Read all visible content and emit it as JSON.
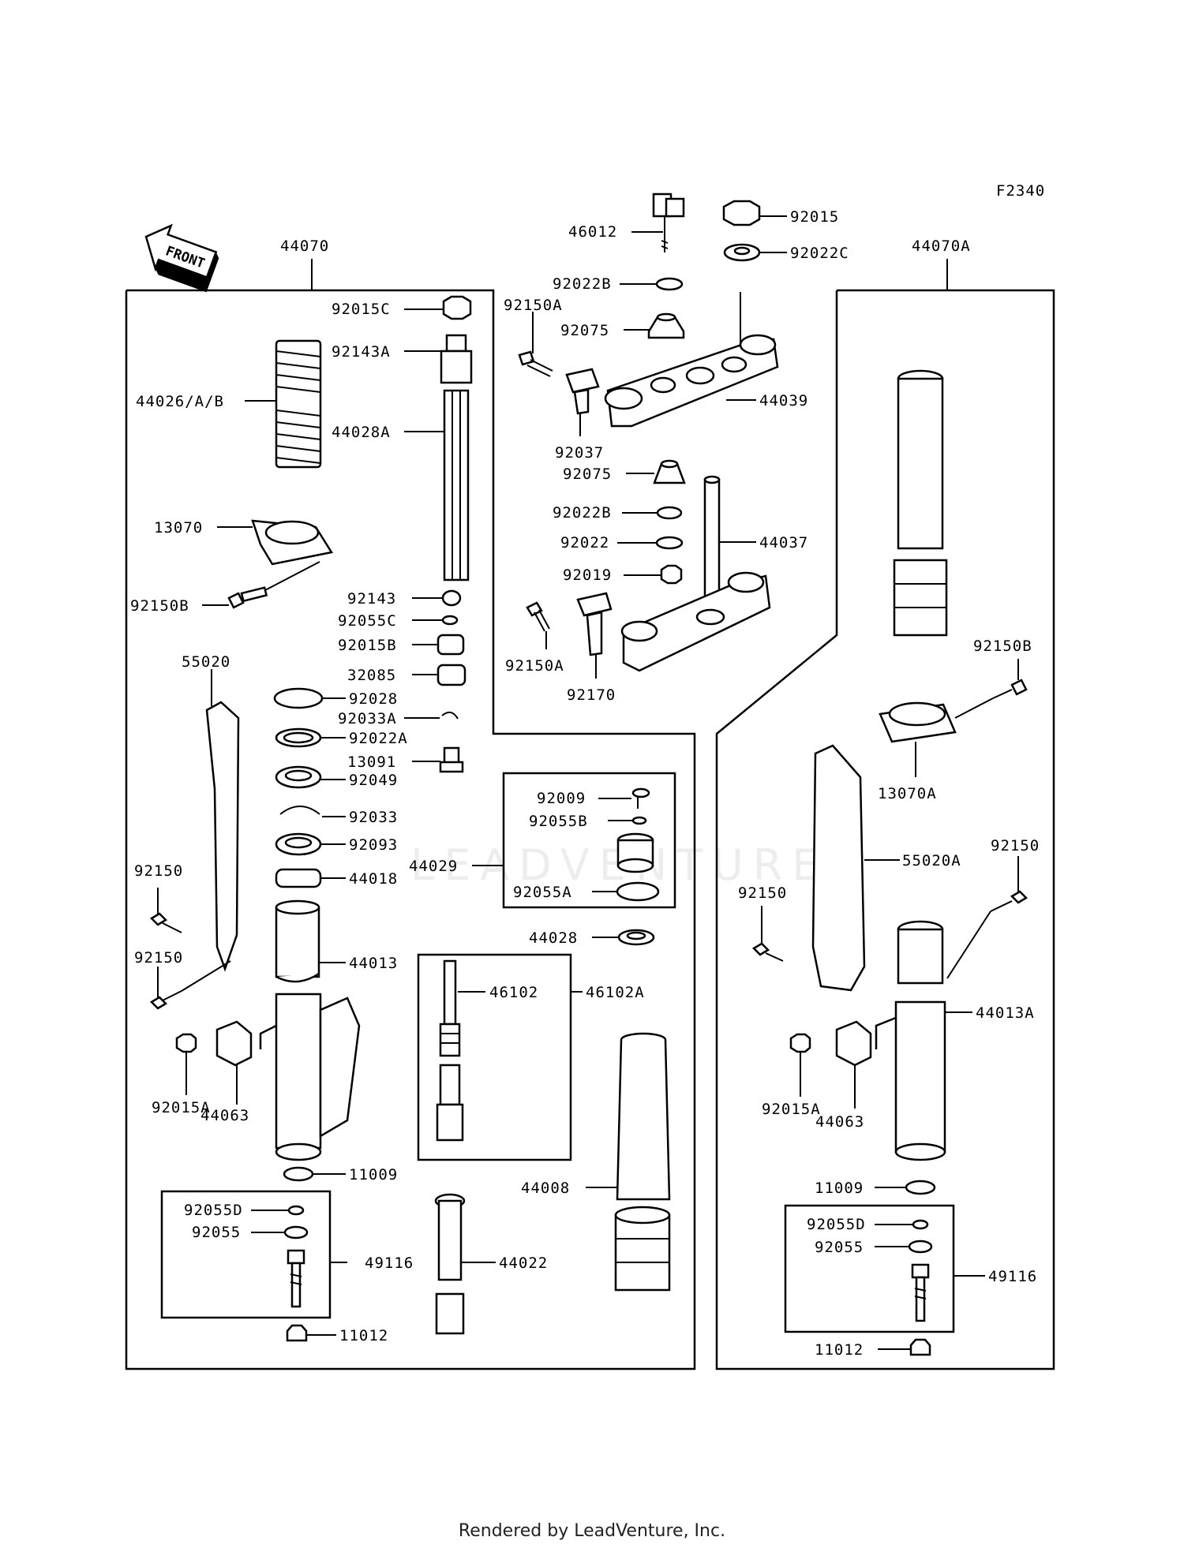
{
  "figure_code": "F2340",
  "front_label": "FRONT",
  "watermark": "LEADVENTURE",
  "footer": "Rendered by LeadVenture, Inc.",
  "callouts": {
    "c44070": "44070",
    "c44070A": "44070A",
    "c46012": "46012",
    "c92015": "92015",
    "c92022C": "92022C",
    "c92022B_top": "92022B",
    "c92150A_top": "92150A",
    "c92075_top": "92075",
    "c44039": "44039",
    "c92037": "92037",
    "c92075": "92075",
    "c92022B": "92022B",
    "c92022": "92022",
    "c92019": "92019",
    "c44037": "44037",
    "c92150A": "92150A",
    "c92170": "92170",
    "c92015C": "92015C",
    "c92143A": "92143A",
    "c44026": "44026/A/B",
    "c44028A": "44028A",
    "c13070": "13070",
    "c92150B": "92150B",
    "c92143": "92143",
    "c92055C": "92055C",
    "c92015B": "92015B",
    "c32085": "32085",
    "c55020": "55020",
    "c92028": "92028",
    "c92033A": "92033A",
    "c92022A": "92022A",
    "c13091": "13091",
    "c92049": "92049",
    "c92033": "92033",
    "c92093": "92093",
    "c44018": "44018",
    "c92150_l1": "92150",
    "c92150_l2": "92150",
    "c44013": "44013",
    "c92015A": "92015A",
    "c44063": "44063",
    "c11009": "11009",
    "c92055D": "92055D",
    "c92055": "92055",
    "c49116": "49116",
    "c11012": "11012",
    "c92009": "92009",
    "c92055B": "92055B",
    "c44029": "44029",
    "c92055A": "92055A",
    "c44028": "44028",
    "c46102": "46102",
    "c46102A": "46102A",
    "c44008": "44008",
    "c44022": "44022",
    "c92150B_r": "92150B",
    "c13070A": "13070A",
    "c55020A": "55020A",
    "c92150_r1": "92150",
    "c92150_r2": "92150",
    "c44013A": "44013A",
    "c92015A_r": "92015A",
    "c44063_r": "44063",
    "c11009_r": "11009",
    "c92055D_r": "92055D",
    "c92055_r": "92055",
    "c49116_r": "49116",
    "c11012_r": "11012"
  }
}
